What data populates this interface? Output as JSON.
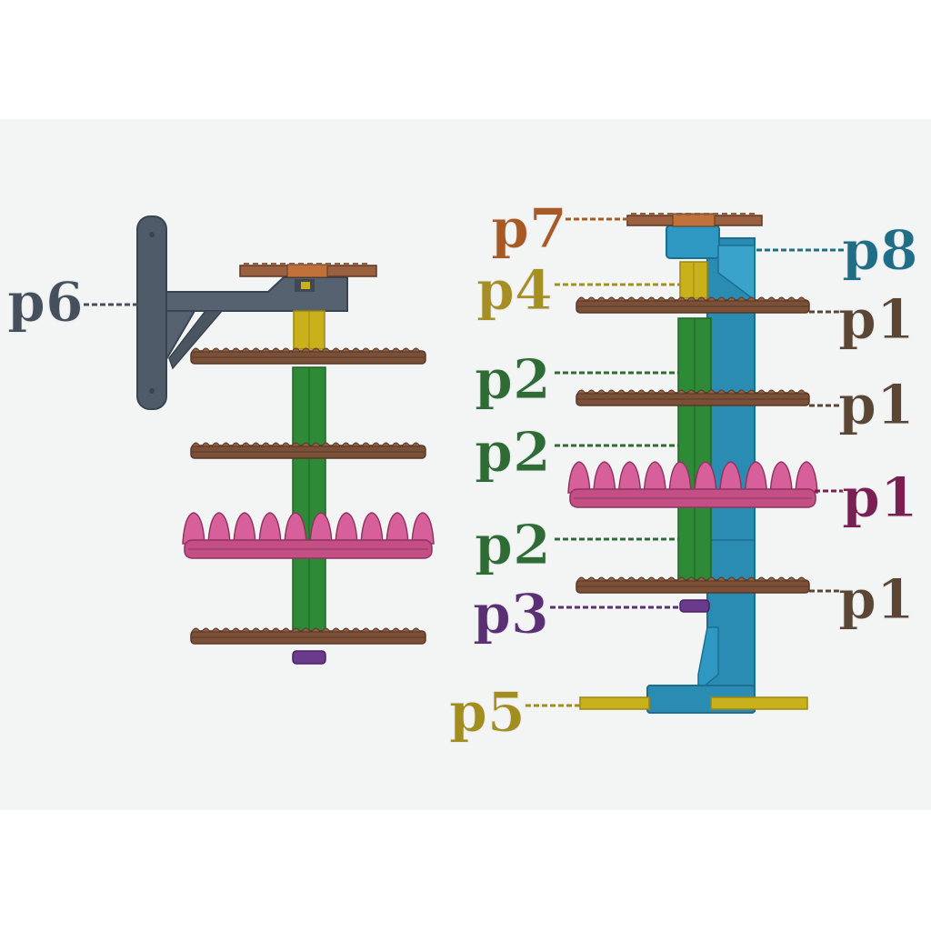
{
  "labels": {
    "p1": "p1",
    "p2": "p2",
    "p3": "p3",
    "p4": "p4",
    "p5": "p5",
    "p6": "p6",
    "p7": "p7",
    "p8": "p8"
  },
  "colors": {
    "background": "#ffffff",
    "panel": "#f3f5f5",
    "gear_brown": "#7b5038",
    "gear_brown_light": "#8e5f42",
    "gear_edge": "#5a3826",
    "pink_gear": "#c34f84",
    "pink_edge": "#8e3460",
    "pink_tooth": "#d8609a",
    "shaft_green": "#2f8a37",
    "shaft_green_dark": "#1e6426",
    "shaft_yellow": "#c9b11c",
    "shaft_yellow_dark": "#9c8613",
    "frame_blue": "#2a8bb3",
    "frame_blue_dark": "#1d6f92",
    "bracket_gray": "#4f5b68",
    "bracket_gray_dark": "#3a4450",
    "orange_gear": "#c0713a",
    "purple_nut": "#6a3a8c",
    "label_p1": "#5b4636",
    "label_p1_pink": "#7a1f52",
    "label_p2": "#2f6b35",
    "label_p3": "#5a2f73",
    "label_p4": "#a58f22",
    "label_p5": "#a28d1f",
    "label_p6": "#46505c",
    "label_p7": "#a85a24",
    "label_p8": "#1f6e85"
  }
}
